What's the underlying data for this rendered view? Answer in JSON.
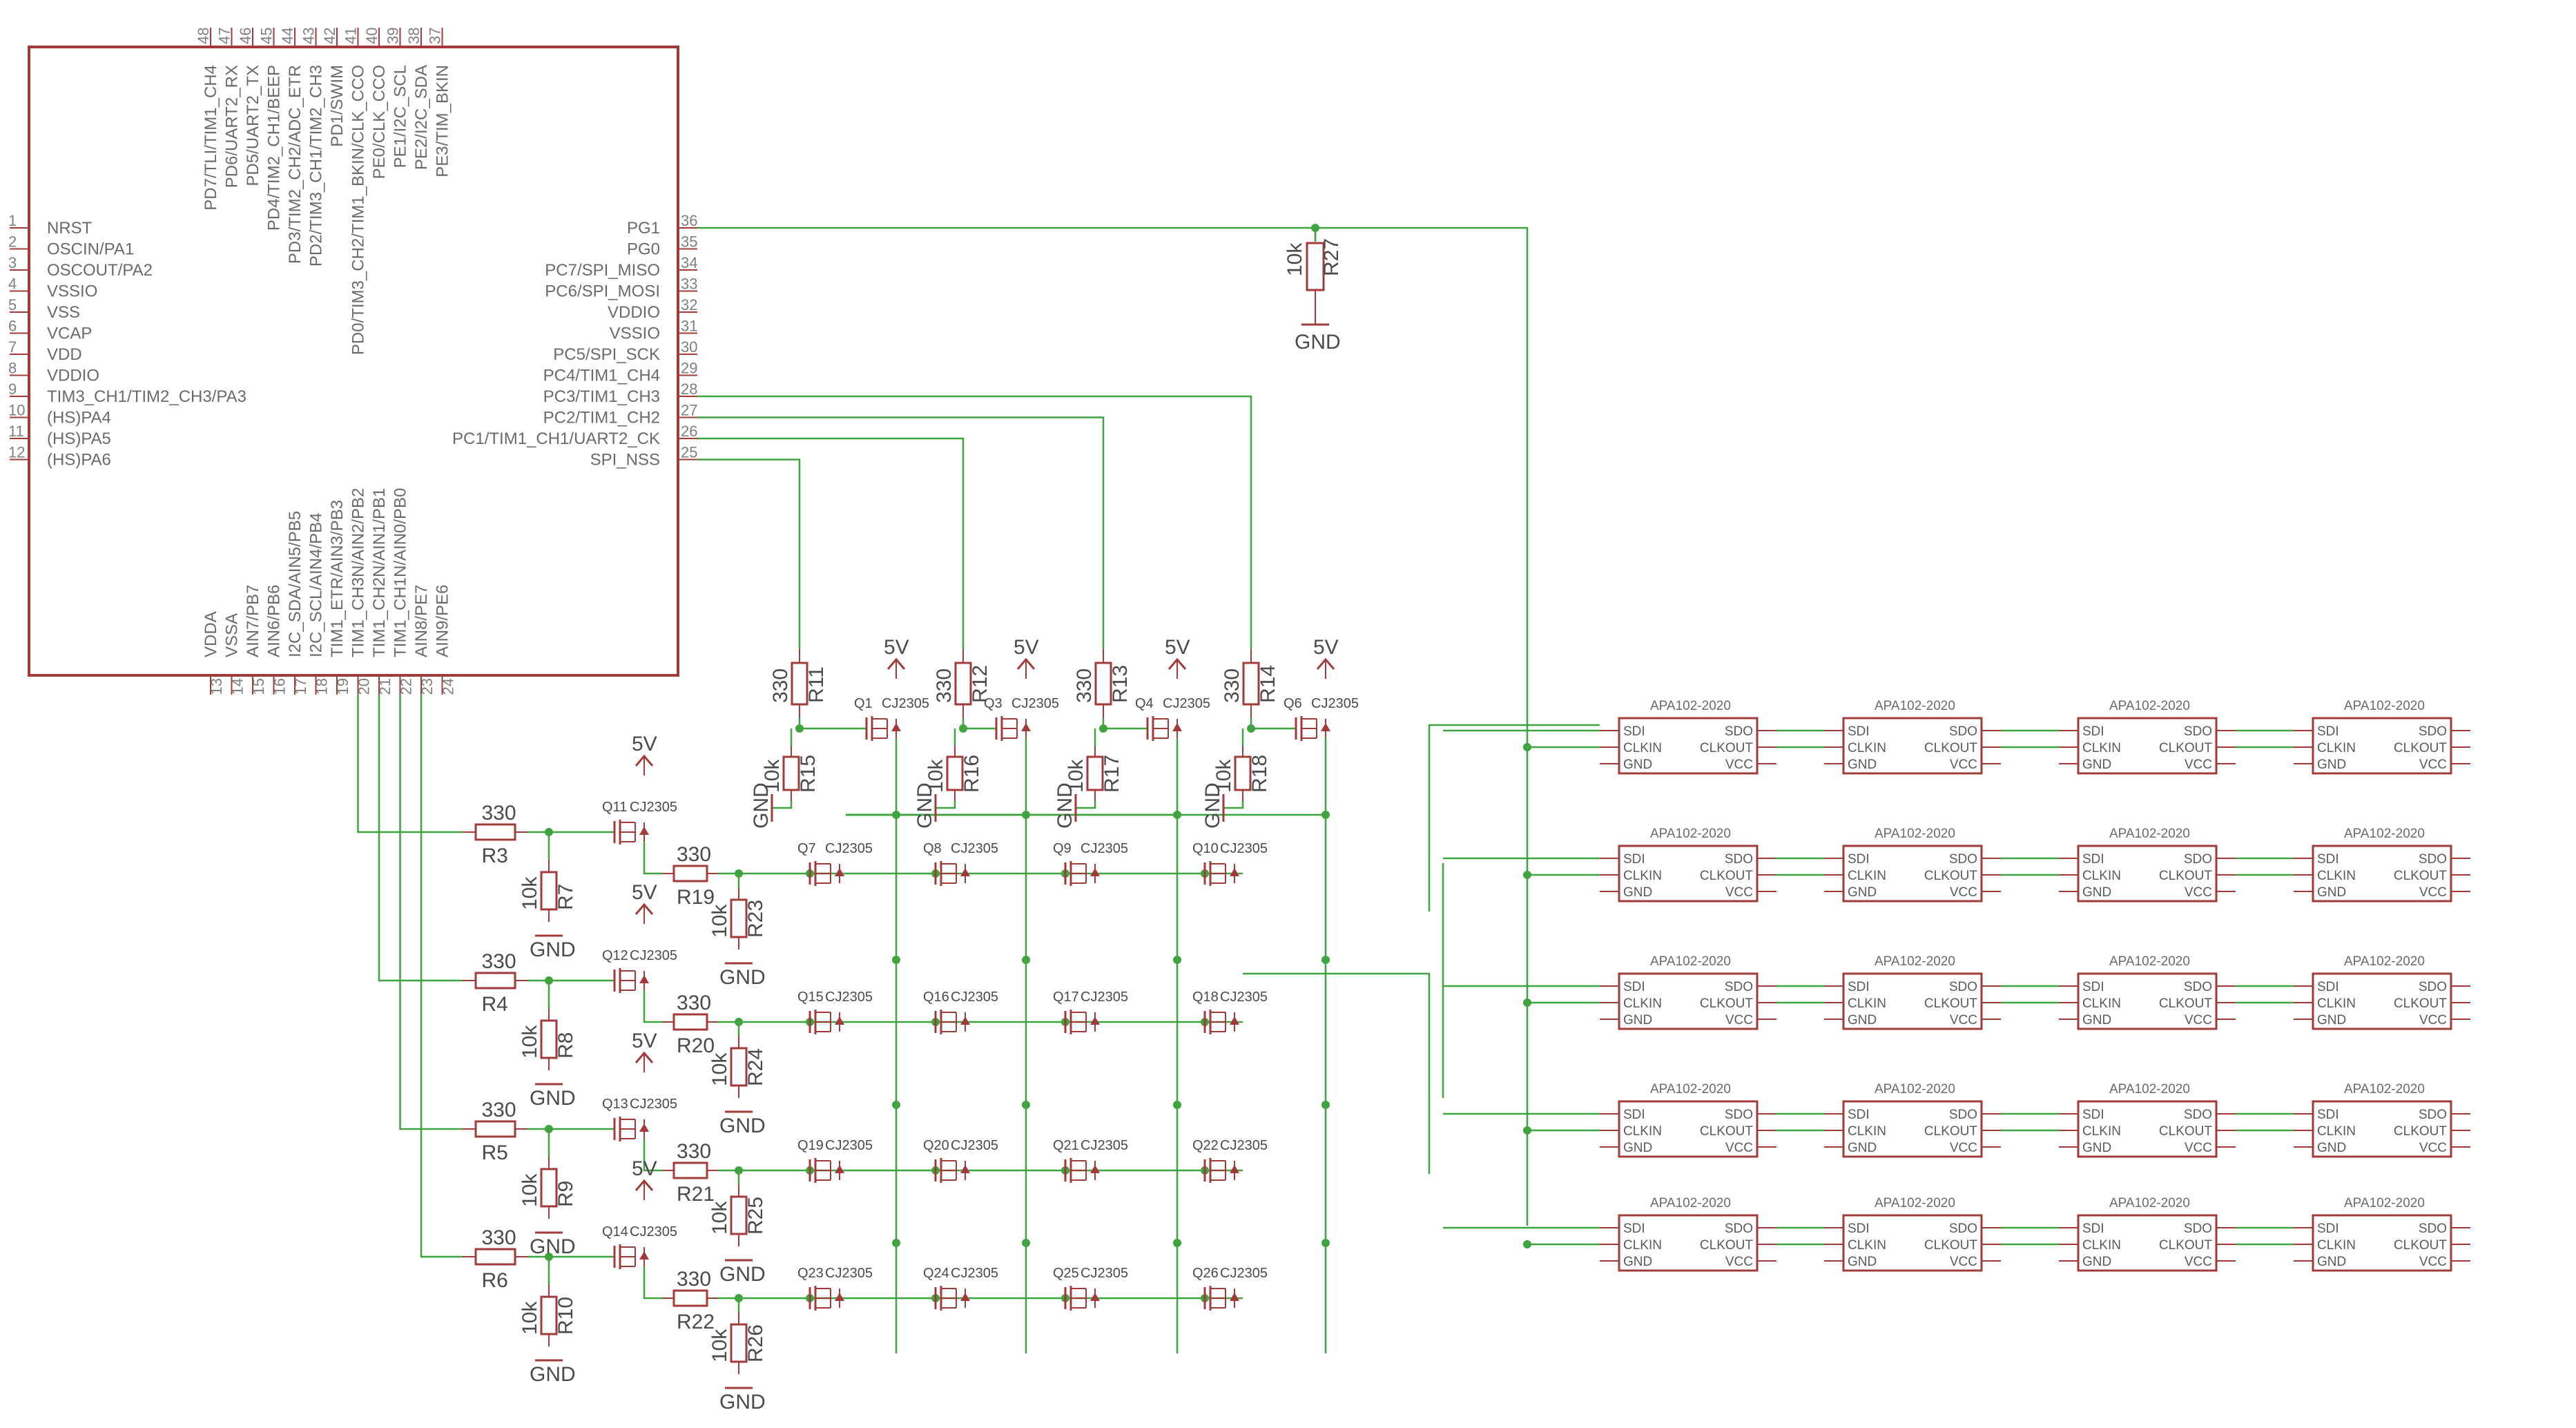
{
  "mcu": {
    "left_pins": [
      {
        "n": "1",
        "name": "NRST"
      },
      {
        "n": "2",
        "name": "OSCIN/PA1"
      },
      {
        "n": "3",
        "name": "OSCOUT/PA2"
      },
      {
        "n": "4",
        "name": "VSSIO"
      },
      {
        "n": "5",
        "name": "VSS"
      },
      {
        "n": "6",
        "name": "VCAP"
      },
      {
        "n": "7",
        "name": "VDD"
      },
      {
        "n": "8",
        "name": "VDDIO"
      },
      {
        "n": "9",
        "name": "TIM3_CH1/TIM2_CH3/PA3"
      },
      {
        "n": "10",
        "name": "(HS)PA4"
      },
      {
        "n": "11",
        "name": "(HS)PA5"
      },
      {
        "n": "12",
        "name": "(HS)PA6"
      }
    ],
    "right_pins": [
      {
        "n": "36",
        "name": "PG1"
      },
      {
        "n": "35",
        "name": "PG0"
      },
      {
        "n": "34",
        "name": "PC7/SPI_MISO"
      },
      {
        "n": "33",
        "name": "PC6/SPI_MOSI"
      },
      {
        "n": "32",
        "name": "VDDIO"
      },
      {
        "n": "31",
        "name": "VSSIO"
      },
      {
        "n": "30",
        "name": "PC5/SPI_SCK"
      },
      {
        "n": "29",
        "name": "PC4/TIM1_CH4"
      },
      {
        "n": "28",
        "name": "PC3/TIM1_CH3"
      },
      {
        "n": "27",
        "name": "PC2/TIM1_CH2"
      },
      {
        "n": "26",
        "name": "PC1/TIM1_CH1/UART2_CK"
      },
      {
        "n": "25",
        "name": "SPI_NSS"
      }
    ],
    "top_pins": [
      {
        "n": "48",
        "name": "PD7/TLI/TIM1_CH4"
      },
      {
        "n": "47",
        "name": "PD6/UART2_RX"
      },
      {
        "n": "46",
        "name": "PD5/UART2_TX"
      },
      {
        "n": "45",
        "name": "PD4/TIM2_CH1/BEEP"
      },
      {
        "n": "44",
        "name": "PD3/TIM2_CH2/ADC_ETR"
      },
      {
        "n": "43",
        "name": "PD2/TIM3_CH1/TIM2_CH3"
      },
      {
        "n": "42",
        "name": "PD1/SWIM"
      },
      {
        "n": "41",
        "name": "PD0/TIM3_CH2/TIM1_BKIN/CLK_CCO"
      },
      {
        "n": "40",
        "name": "PE0/CLK_CCO"
      },
      {
        "n": "39",
        "name": "PE1/I2C_SCL"
      },
      {
        "n": "38",
        "name": "PE2/I2C_SDA"
      },
      {
        "n": "37",
        "name": "PE3/TIM_BKIN"
      }
    ],
    "bottom_pins": [
      {
        "n": "13",
        "name": "VDDA"
      },
      {
        "n": "14",
        "name": "VSSA"
      },
      {
        "n": "15",
        "name": "AIN7/PB7"
      },
      {
        "n": "16",
        "name": "AIN6/PB6"
      },
      {
        "n": "17",
        "name": "I2C_SDA/AIN5/PB5"
      },
      {
        "n": "18",
        "name": "I2C_SCL/AIN4/PB4"
      },
      {
        "n": "19",
        "name": "TIM1_ETR/AIN3/PB3"
      },
      {
        "n": "20",
        "name": "TIM1_CH3N/AIN2/PB2"
      },
      {
        "n": "21",
        "name": "TIM1_CH2N/AIN1/PB1"
      },
      {
        "n": "22",
        "name": "TIM1_CH1N/AIN0/PB0"
      },
      {
        "n": "23",
        "name": "AIN8/PE7"
      },
      {
        "n": "24",
        "name": "AIN9/PE6"
      }
    ]
  },
  "labels": {
    "r27": "R27",
    "r27_val": "10k",
    "gnd": "GND",
    "v5": "5V",
    "r_top": [
      {
        "ref": "R11",
        "val": "330"
      },
      {
        "ref": "R12",
        "val": "330"
      },
      {
        "ref": "R13",
        "val": "330"
      },
      {
        "ref": "R14",
        "val": "330"
      }
    ],
    "r_top_pd": [
      {
        "ref": "R15",
        "val": "10k"
      },
      {
        "ref": "R16",
        "val": "10k"
      },
      {
        "ref": "R17",
        "val": "10k"
      },
      {
        "ref": "R18",
        "val": "10k"
      }
    ],
    "q_top": [
      "Q1",
      "Q3",
      "Q4",
      "Q6"
    ],
    "q_part": "CJ2305",
    "rows": [
      {
        "rin": "R3",
        "rin_val": "330",
        "rpd": "R7",
        "rpd_val": "10k",
        "q": "Q11",
        "rser": "R19",
        "rser_val": "330",
        "rpd2": "R23",
        "rpd2_val": "10k",
        "qs": [
          "Q7",
          "Q8",
          "Q9",
          "Q10"
        ]
      },
      {
        "rin": "R4",
        "rin_val": "330",
        "rpd": "R8",
        "rpd_val": "10k",
        "q": "Q12",
        "rser": "R20",
        "rser_val": "330",
        "rpd2": "R24",
        "rpd2_val": "10k",
        "qs": [
          "Q15",
          "Q16",
          "Q17",
          "Q18"
        ]
      },
      {
        "rin": "R5",
        "rin_val": "330",
        "rpd": "R9",
        "rpd_val": "10k",
        "q": "Q13",
        "rser": "R21",
        "rser_val": "330",
        "rpd2": "R25",
        "rpd2_val": "10k",
        "qs": [
          "Q19",
          "Q20",
          "Q21",
          "Q22"
        ]
      },
      {
        "rin": "R6",
        "rin_val": "330",
        "rpd": "R10",
        "rpd_val": "10k",
        "q": "Q14",
        "rser": "R22",
        "rser_val": "330",
        "rpd2": "R26",
        "rpd2_val": "10k",
        "qs": [
          "Q23",
          "Q24",
          "Q25",
          "Q26"
        ]
      }
    ]
  },
  "apa": {
    "part": "APA102-2020",
    "pins_left": [
      "SDI",
      "CLKIN",
      "GND"
    ],
    "pins_right": [
      "SDO",
      "CLKOUT",
      "VCC"
    ],
    "rows": 5,
    "cols": 4
  }
}
